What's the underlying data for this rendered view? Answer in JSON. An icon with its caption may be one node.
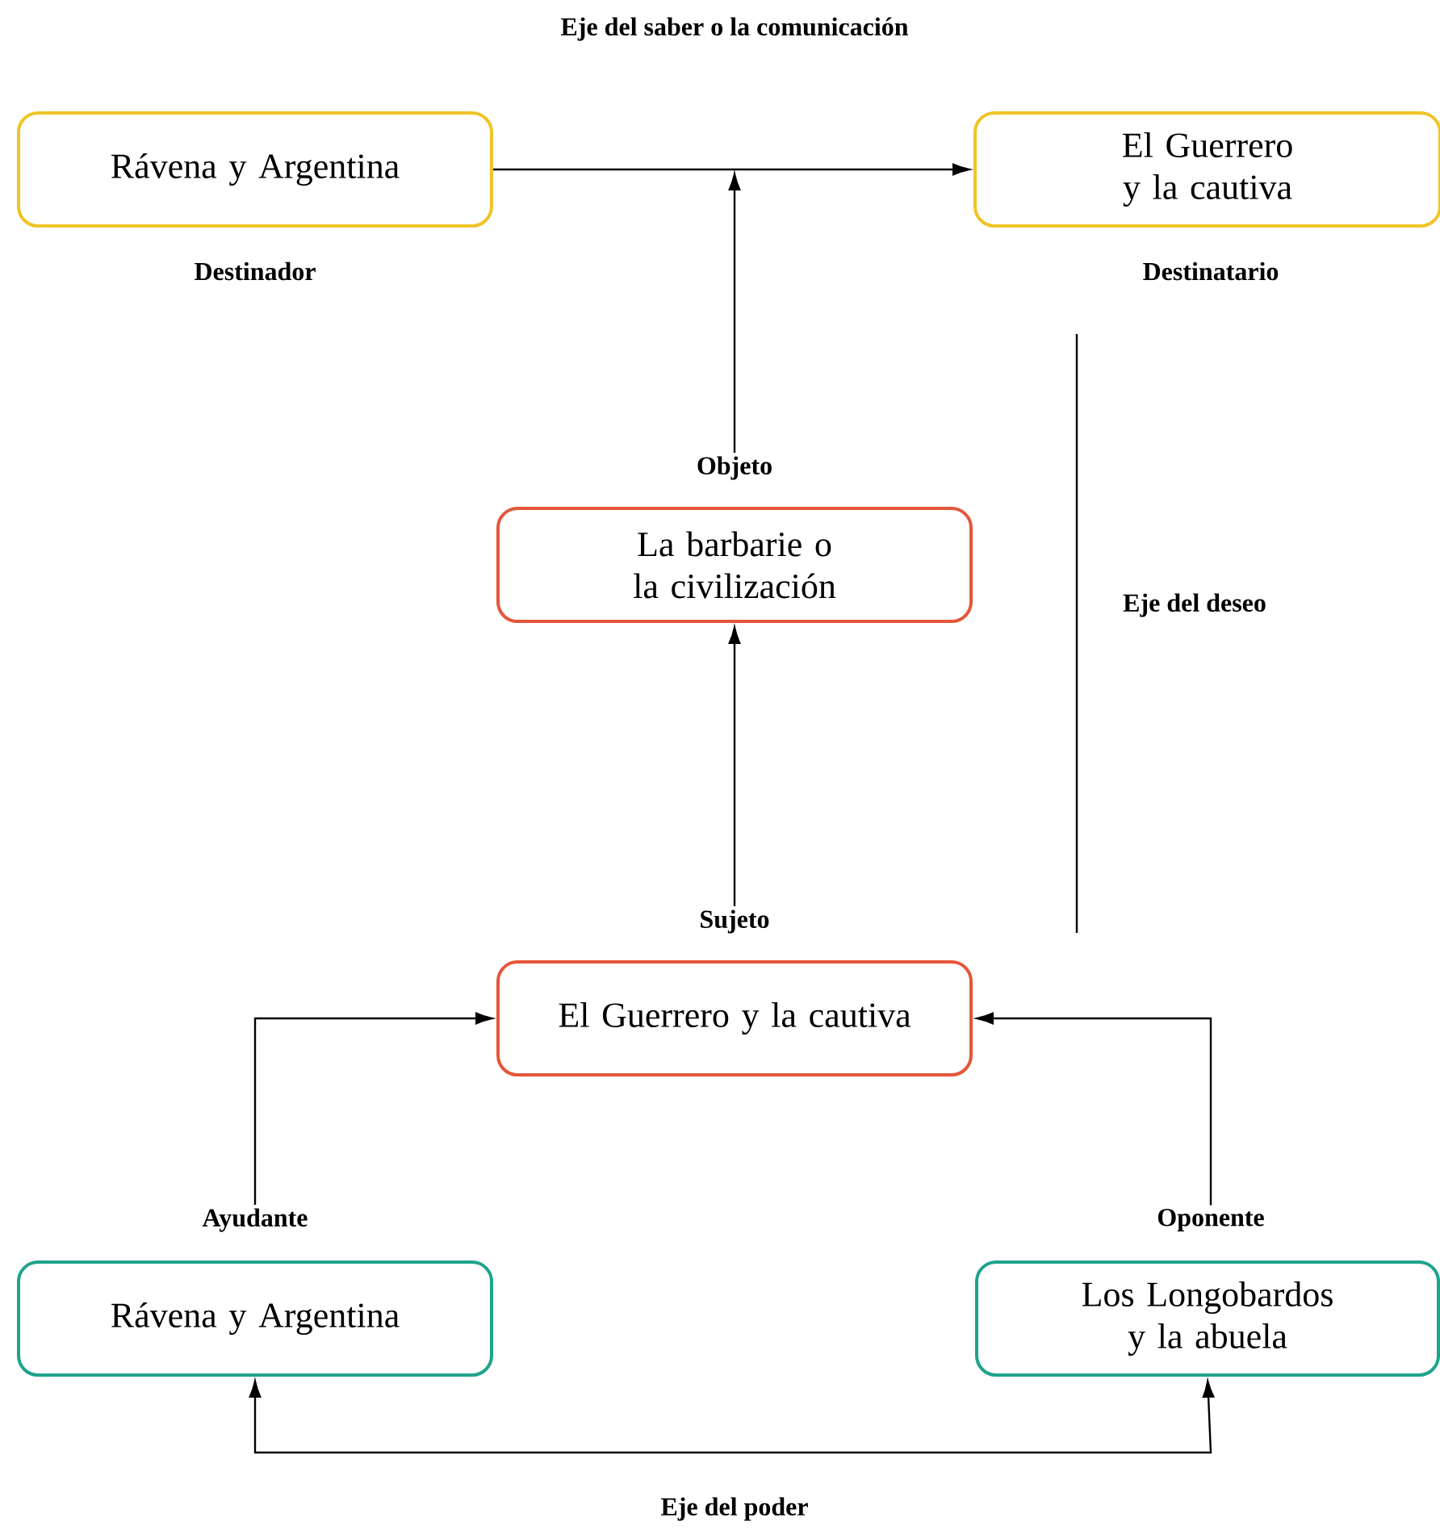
{
  "diagram": {
    "nodes": [
      {
        "text": [
          "Rávena y Argentina"
        ],
        "beside": [
          "Destinador"
        ]
      },
      {
        "text": [
          "El Guerrero y la cautiva"
        ],
        "beside": [
          "Destinatario"
        ]
      },
      {
        "text": [
          "La barbarie o la civilización"
        ],
        "beside": [
          "Objeto"
        ]
      },
      {
        "text": [
          "El Guerrero y la cautiva"
        ],
        "beside": [
          "Sujeto"
        ]
      },
      {
        "text": [
          "Rávena y Argentina"
        ],
        "beside": [
          "Ayudante"
        ]
      },
      {
        "text": [
          "Los Longobardos y la abuela"
        ],
        "beside": [
          "Oponente"
        ]
      }
    ],
    "edges": [
      {
        "from": 0,
        "to": 1,
        "arrow": "to"
      },
      {
        "from": 2,
        "to": null,
        "arrow": "to"
      },
      {
        "from": 3,
        "to": 2,
        "arrow": "to"
      },
      {
        "from": 4,
        "to": 3,
        "arrow": "to"
      },
      {
        "from": 5,
        "to": 3,
        "arrow": "to"
      },
      {
        "from": 4,
        "to": 5,
        "arrow": "both"
      }
    ],
    "labels": [
      "Eje del saber o la comunicación",
      "Eje del deseo",
      "Eje del poder"
    ]
  }
}
